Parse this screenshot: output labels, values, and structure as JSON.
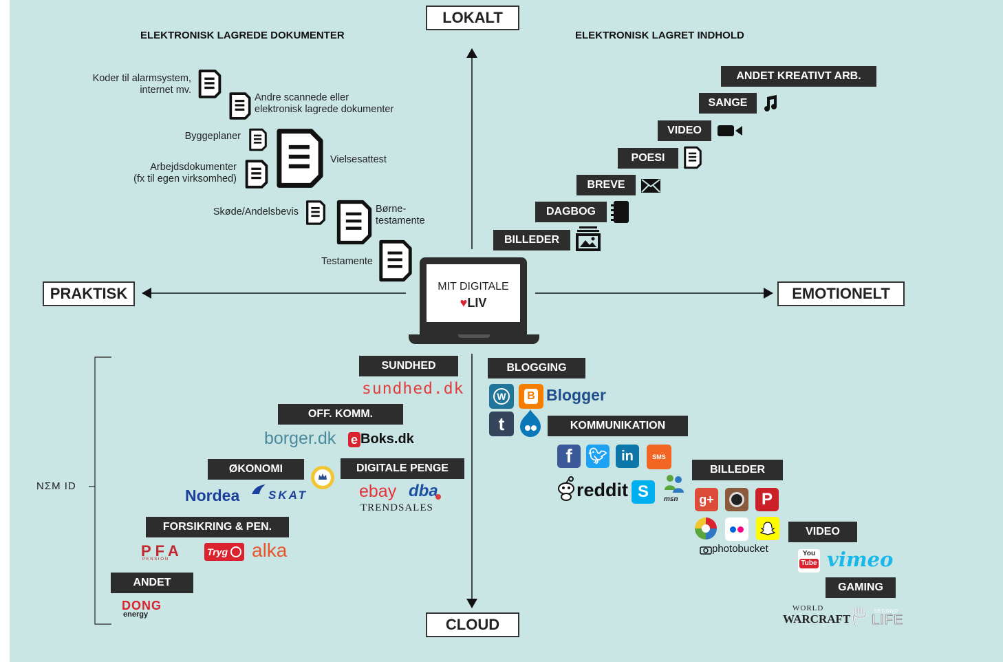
{
  "axes": {
    "top": "LOKALT",
    "bottom": "CLOUD",
    "left": "PRAKTISK",
    "right": "EMOTIONELT"
  },
  "headers": {
    "left": "ELEKTRONISK LAGREDE DOKUMENTER",
    "right": "ELEKTRONISK LAGRET INDHOLD"
  },
  "center": {
    "line1": "MIT DIGITALE",
    "line2": "LIV",
    "heart": "♥"
  },
  "documents": {
    "alarm": "Koder til alarmsystem,\ninternet mv.",
    "scanned": "Andre scannede eller\nelektronisk lagrede dokumenter",
    "byggeplaner": "Byggeplaner",
    "arbejds": "Arbejdsdokumenter\n(fx til egen virksomhed)",
    "vielse": "Vielsesattest",
    "skoede": "Skøde/Andelsbevis",
    "boerne": "Børne-\ntestamente",
    "testamente": "Testamente"
  },
  "content_tags": [
    "ANDET KREATIVT ARB.",
    "SANGE",
    "VIDEO",
    "POESI",
    "BREVE",
    "DAGBOG",
    "BILLEDER"
  ],
  "cloud_left": {
    "sundhed": "SUNDHED",
    "sundhed_logo": "sundhed.dk",
    "offkomm": "OFF. KOMM.",
    "borger": "borger.dk",
    "eboks": "Boks.dk",
    "eboks_e": "e",
    "oekonomi": "ØKONOMI",
    "nordea": "Nordea",
    "skat": "SKAT",
    "digitale": "DIGITALE PENGE",
    "ebay": "ebay",
    "dba": "dba",
    "trendsales": "TRENDSALES",
    "forsikring": "FORSIKRING & PEN.",
    "pfa": "PFA",
    "pension": "P E N S I O N",
    "tryg": "Tryg",
    "alka": "alka",
    "andet": "ANDET",
    "dong": "DONG",
    "energy": "energy",
    "nemid": "NΣM ID"
  },
  "cloud_right": {
    "blogging": "BLOGGING",
    "blogger": "Blogger",
    "kommunikation": "KOMMUNIKATION",
    "sms": "SMS",
    "reddit": "reddit",
    "msn": "msn",
    "billeder": "BILLEDER",
    "photobucket": "photobucket",
    "video": "VIDEO",
    "vimeo": "vimeo",
    "you": "You",
    "tube": "Tube",
    "gaming": "GAMING",
    "wow_top": "WORLD",
    "wow": "WARCRAFT",
    "sl": "LIFE",
    "sl_top": "SECOND"
  },
  "colors": {
    "bg": "#c9e6e4",
    "dark": "#2d2d2d",
    "heart": "#d9232e"
  }
}
